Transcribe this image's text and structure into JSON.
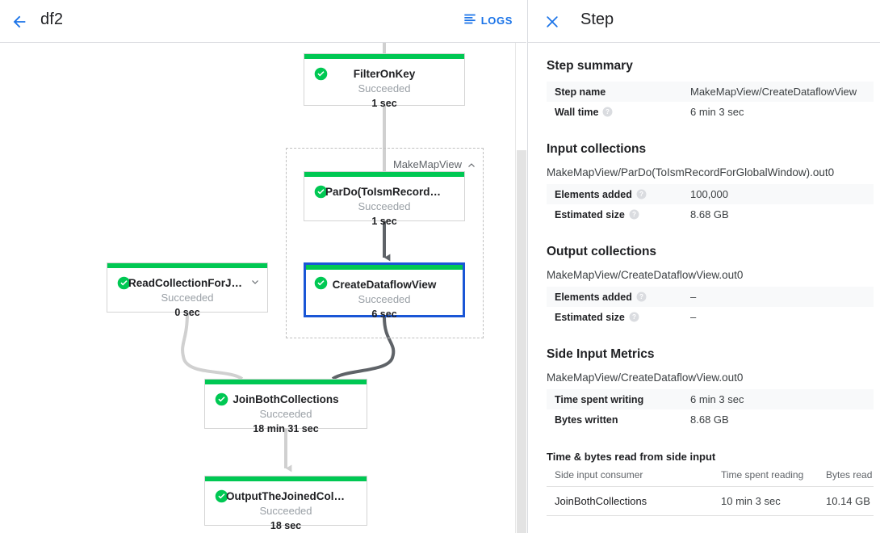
{
  "topbar": {
    "back_icon": "arrow-left-icon",
    "job_title": "df2",
    "logs_icon": "logs-list-icon",
    "logs_label": "LOGS"
  },
  "graph": {
    "group": {
      "label": "MakeMapView",
      "collapse_icon": "chevron-up-icon"
    },
    "nodes": [
      {
        "id": "filter-on-key",
        "title": "FilterOnKey",
        "status": "Succeeded",
        "time": "1 sec",
        "status_icon": "check-circle-icon",
        "selected": false,
        "chevron": null
      },
      {
        "id": "pardo-to-ism-record-for",
        "title": "ParDo(ToIsmRecordFor…",
        "status": "Succeeded",
        "time": "1 sec",
        "status_icon": "check-circle-icon",
        "selected": false,
        "chevron": null
      },
      {
        "id": "create-dataflow-view",
        "title": "CreateDataflowView",
        "status": "Succeeded",
        "time": "6 sec",
        "status_icon": "check-circle-icon",
        "selected": true,
        "chevron": null
      },
      {
        "id": "read-collection-for-join",
        "title": "ReadCollectionForJoin",
        "status": "Succeeded",
        "time": "0 sec",
        "status_icon": "check-circle-icon",
        "selected": false,
        "chevron": "chevron-down-icon"
      },
      {
        "id": "join-both-collections",
        "title": "JoinBothCollections",
        "status": "Succeeded",
        "time": "18 min 31 sec",
        "status_icon": "check-circle-icon",
        "selected": false,
        "chevron": null
      },
      {
        "id": "output-the-joined-collec",
        "title": "OutputTheJoinedCollec…",
        "status": "Succeeded",
        "time": "18 sec",
        "status_icon": "check-circle-icon",
        "selected": false,
        "chevron": null
      }
    ],
    "colors": {
      "success_bar": "#00c853",
      "selected_border": "#1a56d6",
      "edge_light": "#d0d0d0",
      "edge_dark": "#5f6368"
    }
  },
  "panel": {
    "close_icon": "close-icon",
    "title": "Step",
    "step_summary": {
      "heading": "Step summary",
      "rows": [
        {
          "key": "Step name",
          "value": "MakeMapView/CreateDataflowView",
          "help": false
        },
        {
          "key": "Wall time",
          "value": "6 min 3 sec",
          "help": true
        }
      ]
    },
    "input_collections": {
      "heading": "Input collections",
      "collection": "MakeMapView/ParDo(ToIsmRecordForGlobalWindow).out0",
      "rows": [
        {
          "key": "Elements added",
          "value": "100,000",
          "help": true
        },
        {
          "key": "Estimated size",
          "value": "8.68 GB",
          "help": true
        }
      ]
    },
    "output_collections": {
      "heading": "Output collections",
      "collection": "MakeMapView/CreateDataflowView.out0",
      "rows": [
        {
          "key": "Elements added",
          "value": "–",
          "help": true
        },
        {
          "key": "Estimated size",
          "value": "–",
          "help": true
        }
      ]
    },
    "side_input_metrics": {
      "heading": "Side Input Metrics",
      "collection": "MakeMapView/CreateDataflowView.out0",
      "rows": [
        {
          "key": "Time spent writing",
          "value": "6 min 3 sec",
          "help": false
        },
        {
          "key": "Bytes written",
          "value": "8.68 GB",
          "help": false
        }
      ],
      "table_heading": "Time & bytes read from side input",
      "columns": [
        "Side input consumer",
        "Time spent reading",
        "Bytes read"
      ],
      "rows_table": [
        [
          "JoinBothCollections",
          "10 min 3 sec",
          "10.14 GB"
        ]
      ]
    }
  }
}
